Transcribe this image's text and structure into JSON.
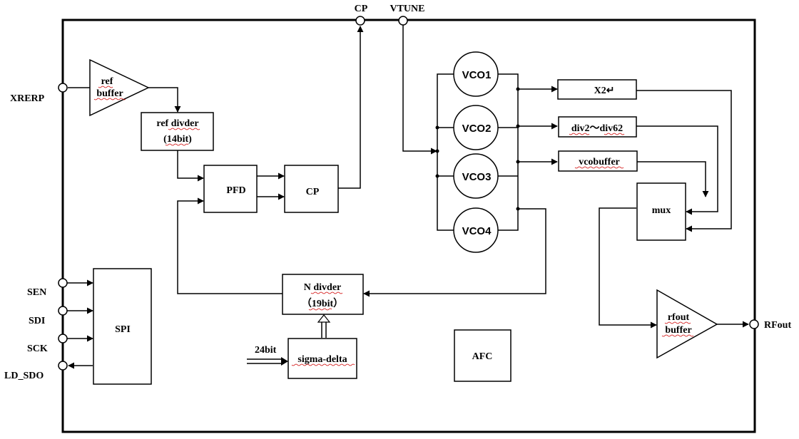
{
  "pins": {
    "cp": "CP",
    "vtune": "VTUNE",
    "xrerp": "XRERP",
    "sen": "SEN",
    "sdi": "SDI",
    "sck": "SCK",
    "ld_sdo": "LD_SDO",
    "rfout": "RFout"
  },
  "blocks": {
    "ref_buffer": [
      "ref",
      "buffer"
    ],
    "ref_divider": [
      "ref divder",
      "(14bit)"
    ],
    "pfd": "PFD",
    "cp": "CP",
    "spi": "SPI",
    "n_divider": [
      "N divder",
      "（19bit）"
    ],
    "sigma_delta": "sigma-delta",
    "afc": "AFC",
    "vco1": "VCO1",
    "vco2": "VCO2",
    "vco3": "VCO3",
    "vco4": "VCO4",
    "x2": "X2↵",
    "div": "div2～div62",
    "vcobuffer": "vcobuffer",
    "mux": "mux",
    "rfout_buffer": [
      "rfout",
      "buffer"
    ]
  },
  "input_24bit": "24bit"
}
